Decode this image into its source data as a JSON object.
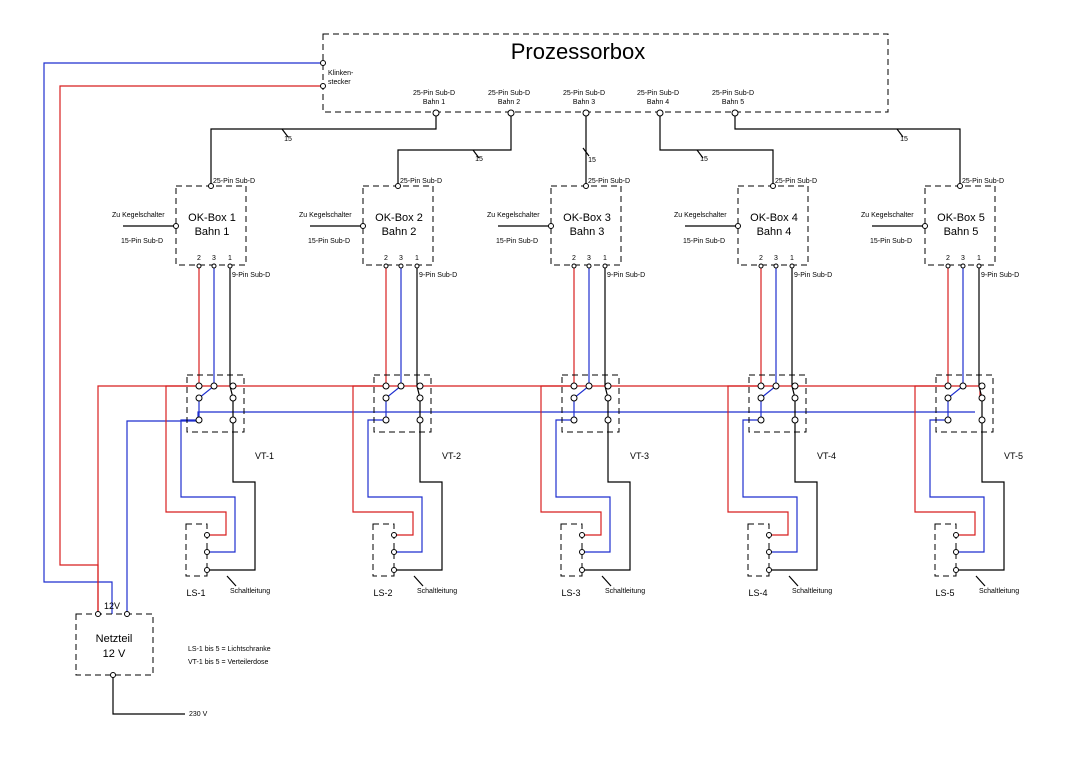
{
  "processor": {
    "title": "Prozessorbox",
    "klinken_line1": "Klinken-",
    "klinken_line2": "stecker",
    "ports": [
      {
        "line1": "25-Pin Sub-D",
        "line2": "Bahn 1"
      },
      {
        "line1": "25-Pin Sub-D",
        "line2": "Bahn 2"
      },
      {
        "line1": "25-Pin Sub-D",
        "line2": "Bahn 3"
      },
      {
        "line1": "25-Pin Sub-D",
        "line2": "Bahn 4"
      },
      {
        "line1": "25-Pin Sub-D",
        "line2": "Bahn 5"
      }
    ]
  },
  "bus_count": "15",
  "lanes": [
    {
      "box_line1": "OK-Box 1",
      "box_line2": "Bahn 1",
      "vt": "VT-1",
      "ls": "LS-1"
    },
    {
      "box_line1": "OK-Box 2",
      "box_line2": "Bahn 2",
      "vt": "VT-2",
      "ls": "LS-2"
    },
    {
      "box_line1": "OK-Box 3",
      "box_line2": "Bahn 3",
      "vt": "VT-3",
      "ls": "LS-3"
    },
    {
      "box_line1": "OK-Box 4",
      "box_line2": "Bahn 4",
      "vt": "VT-4",
      "ls": "LS-4"
    },
    {
      "box_line1": "OK-Box 5",
      "box_line2": "Bahn 5",
      "vt": "VT-5",
      "ls": "LS-5"
    }
  ],
  "okbox_labels": {
    "sub25": "25-Pin Sub-D",
    "zu_kegel": "Zu Kegelschalter",
    "sub15": "15-Pin Sub-D",
    "sub9": "9-Pin Sub-D",
    "pin_numbers": [
      "2",
      "3",
      "1"
    ]
  },
  "schaltleitung": "Schaltleitung",
  "netzteil": {
    "voltage_label": "12V",
    "line1": "Netzteil",
    "line2": "12 V"
  },
  "mains": "230 V",
  "legend": {
    "ls": "LS-1 bis 5 = Lichtschranke",
    "vt": "VT-1 bis 5 = Verteilerdose"
  },
  "colors": {
    "positive_wire": "#d81e1e",
    "negative_wire": "#1e2fcf",
    "signal_wire": "#000000"
  }
}
